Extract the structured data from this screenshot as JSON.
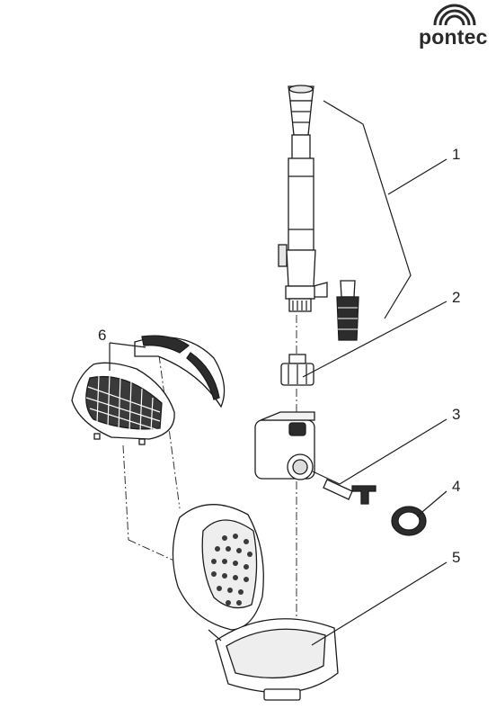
{
  "brand": {
    "name": "pontec",
    "logo_icon": "pontec-arcs-logo-icon"
  },
  "callouts": [
    {
      "num": "1",
      "part": "telescopic-riser-with-nozzle"
    },
    {
      "num": "2",
      "part": "adapter-nut"
    },
    {
      "num": "3",
      "part": "pump-with-impeller"
    },
    {
      "num": "4",
      "part": "ring"
    },
    {
      "num": "5",
      "part": "filter-basket-housing"
    },
    {
      "num": "6",
      "part": "filter-covers"
    }
  ]
}
